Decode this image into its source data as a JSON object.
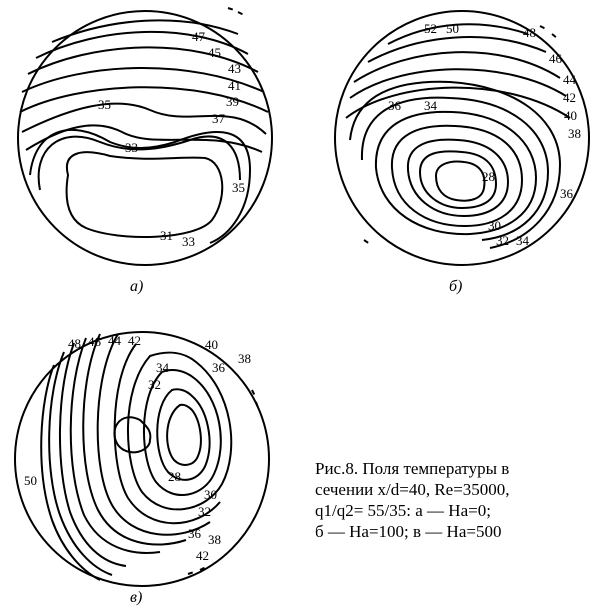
{
  "panels": [
    {
      "id": "a",
      "caption": "а)",
      "labels": [
        "47",
        "45",
        "43",
        "41",
        "39",
        "37",
        "35",
        "33",
        "35",
        "31",
        "33"
      ]
    },
    {
      "id": "b",
      "caption": "б)",
      "labels": [
        "52",
        "50",
        "48",
        "46",
        "44",
        "42",
        "40",
        "38",
        "36",
        "34",
        "28",
        "36",
        "30",
        "32",
        "34"
      ]
    },
    {
      "id": "v",
      "caption": "в)",
      "labels": [
        "48",
        "46",
        "44",
        "42",
        "40",
        "38",
        "34",
        "36",
        "32",
        "28",
        "30",
        "32",
        "50",
        "36",
        "38",
        "42"
      ]
    }
  ],
  "caption": {
    "line1": "Рис.8. Поля температуры в",
    "line2": "сечении x/d=40, Re=35000,",
    "line3": "q1/q2= 55/35:  а    — Ha=0;",
    "line4": "б — Ha=100; в — Ha=500"
  }
}
